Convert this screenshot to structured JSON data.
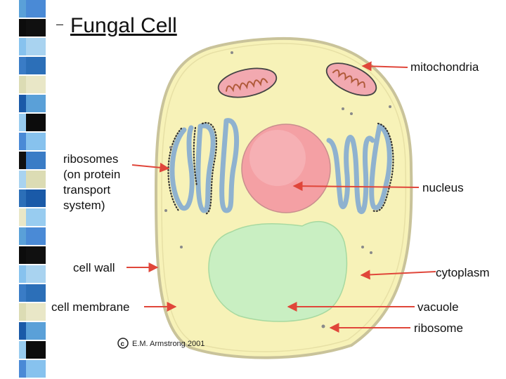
{
  "slide": {
    "bullet": "–",
    "title": "Fungal Cell"
  },
  "labels": {
    "mitochondria": "mitochondria",
    "ribosomes_line1": "ribosomes",
    "ribosomes_line2": "(on protein",
    "ribosomes_line3": "transport",
    "ribosomes_line4": "system)",
    "nucleus": "nucleus",
    "cell_wall": "cell wall",
    "cytoplasm": "cytoplasm",
    "cell_membrane": "cell membrane",
    "vacuole": "vacuole",
    "ribosome": "ribosome"
  },
  "copyright": "E.M. Armstrong 2001",
  "colors": {
    "cell_fill": "#f7f2b8",
    "nucleus": "#f4a0a4",
    "vacuole": "#c9efc2",
    "mito_fill": "#f2a9b0",
    "er": "#8fb2cf",
    "arrow": "#e0463a"
  },
  "strip_colors": [
    "#4a8ad6",
    "#101010",
    "#a9d3f0",
    "#2c6fb8",
    "#e9e7c7",
    "#5aa0d8",
    "#0c0c0c",
    "#87c2ee",
    "#3a7cc6",
    "#dcdcb4",
    "#1a5aa8",
    "#98ccf0"
  ]
}
